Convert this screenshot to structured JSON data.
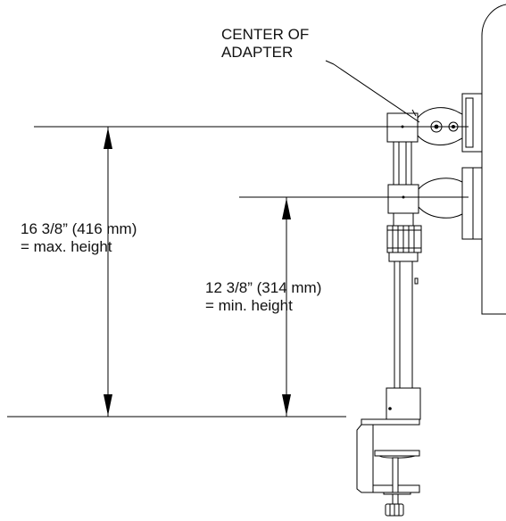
{
  "labels": {
    "center_line1": "CENTER OF",
    "center_line2": "ADAPTER",
    "max_line1": "16 3/8” (416 mm)",
    "max_line2": "= max. height",
    "min_line1": "12 3/8” (314 mm)",
    "min_line2": "= min. height"
  },
  "colors": {
    "line": "#000000",
    "background": "#ffffff"
  }
}
